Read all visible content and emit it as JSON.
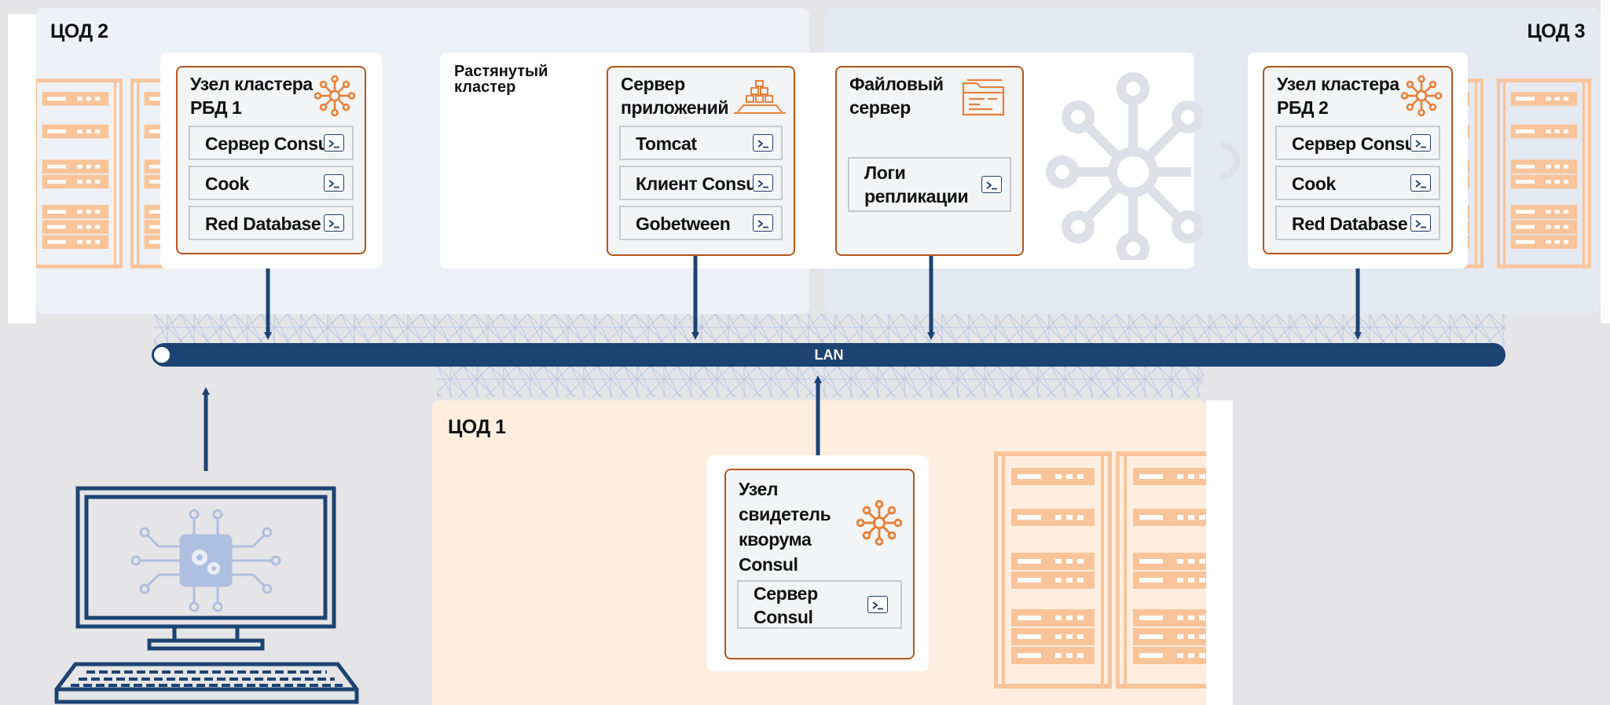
{
  "colors": {
    "lan": "#1d4373",
    "node_border": "#b5561a",
    "icon_orange": "#e8803a",
    "rack_orange": "#f9c49a",
    "zone_dc2": "#eef1f5",
    "zone_dc3": "#e5e9f1",
    "zone_dc1": "#fdeee0"
  },
  "zones": {
    "dc2": {
      "title": "ЦОД 2"
    },
    "dc3": {
      "title": "ЦОД 3"
    },
    "dc1": {
      "title": "ЦОД 1"
    }
  },
  "stretched_cluster": {
    "label": "Растянутый кластер"
  },
  "lan": {
    "label": "LAN"
  },
  "nodes": {
    "rdb1": {
      "title": "Узел кластера РБД 1",
      "icon": "cluster-network-icon",
      "services": [
        {
          "label": "Сервер Consul",
          "icon": "terminal-icon"
        },
        {
          "label": "Cook",
          "icon": "terminal-icon"
        },
        {
          "label": "Red Database",
          "icon": "terminal-icon"
        }
      ]
    },
    "app": {
      "title": "Сервер приложений",
      "icon": "app-server-icon",
      "services": [
        {
          "label": "Tomcat",
          "icon": "terminal-icon"
        },
        {
          "label": "Клиент Consul",
          "icon": "terminal-icon"
        },
        {
          "label": "Gobetween",
          "icon": "terminal-icon"
        }
      ]
    },
    "file": {
      "title": "Файловый сервер",
      "icon": "folder-icon",
      "services": [
        {
          "label": "Логи репликации",
          "icon": "terminal-icon"
        }
      ]
    },
    "rdb2": {
      "title": "Узел кластера РБД 2",
      "icon": "cluster-network-icon",
      "services": [
        {
          "label": "Сервер Consul",
          "icon": "terminal-icon"
        },
        {
          "label": "Cook",
          "icon": "terminal-icon"
        },
        {
          "label": "Red Database",
          "icon": "terminal-icon"
        }
      ]
    },
    "witness": {
      "title": "Узел свидетель кворума Consul",
      "icon": "cluster-network-icon",
      "services": [
        {
          "label": "Сервер Consul",
          "icon": "terminal-icon"
        }
      ]
    }
  },
  "client": {
    "icon": "computer-icon"
  }
}
